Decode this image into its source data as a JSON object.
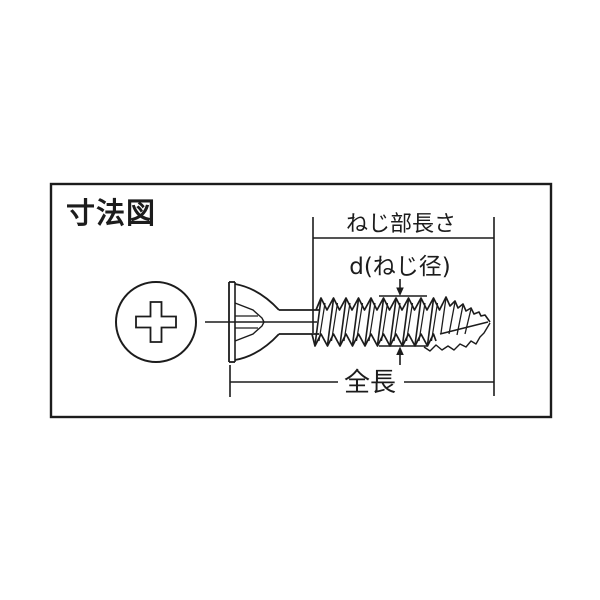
{
  "page": {
    "background": "#ffffff"
  },
  "diagram": {
    "title": "寸法図",
    "line_color": "#1c1c1c",
    "labels": {
      "thread_length": "ねじ部長さ",
      "thread_diameter": "d(ねじ径)",
      "total_length": "全長"
    },
    "icons": {
      "phillips_cross": "phillips-cross-icon"
    },
    "views": {
      "front": "screw-head-front-view",
      "side": "screw-side-view"
    }
  }
}
